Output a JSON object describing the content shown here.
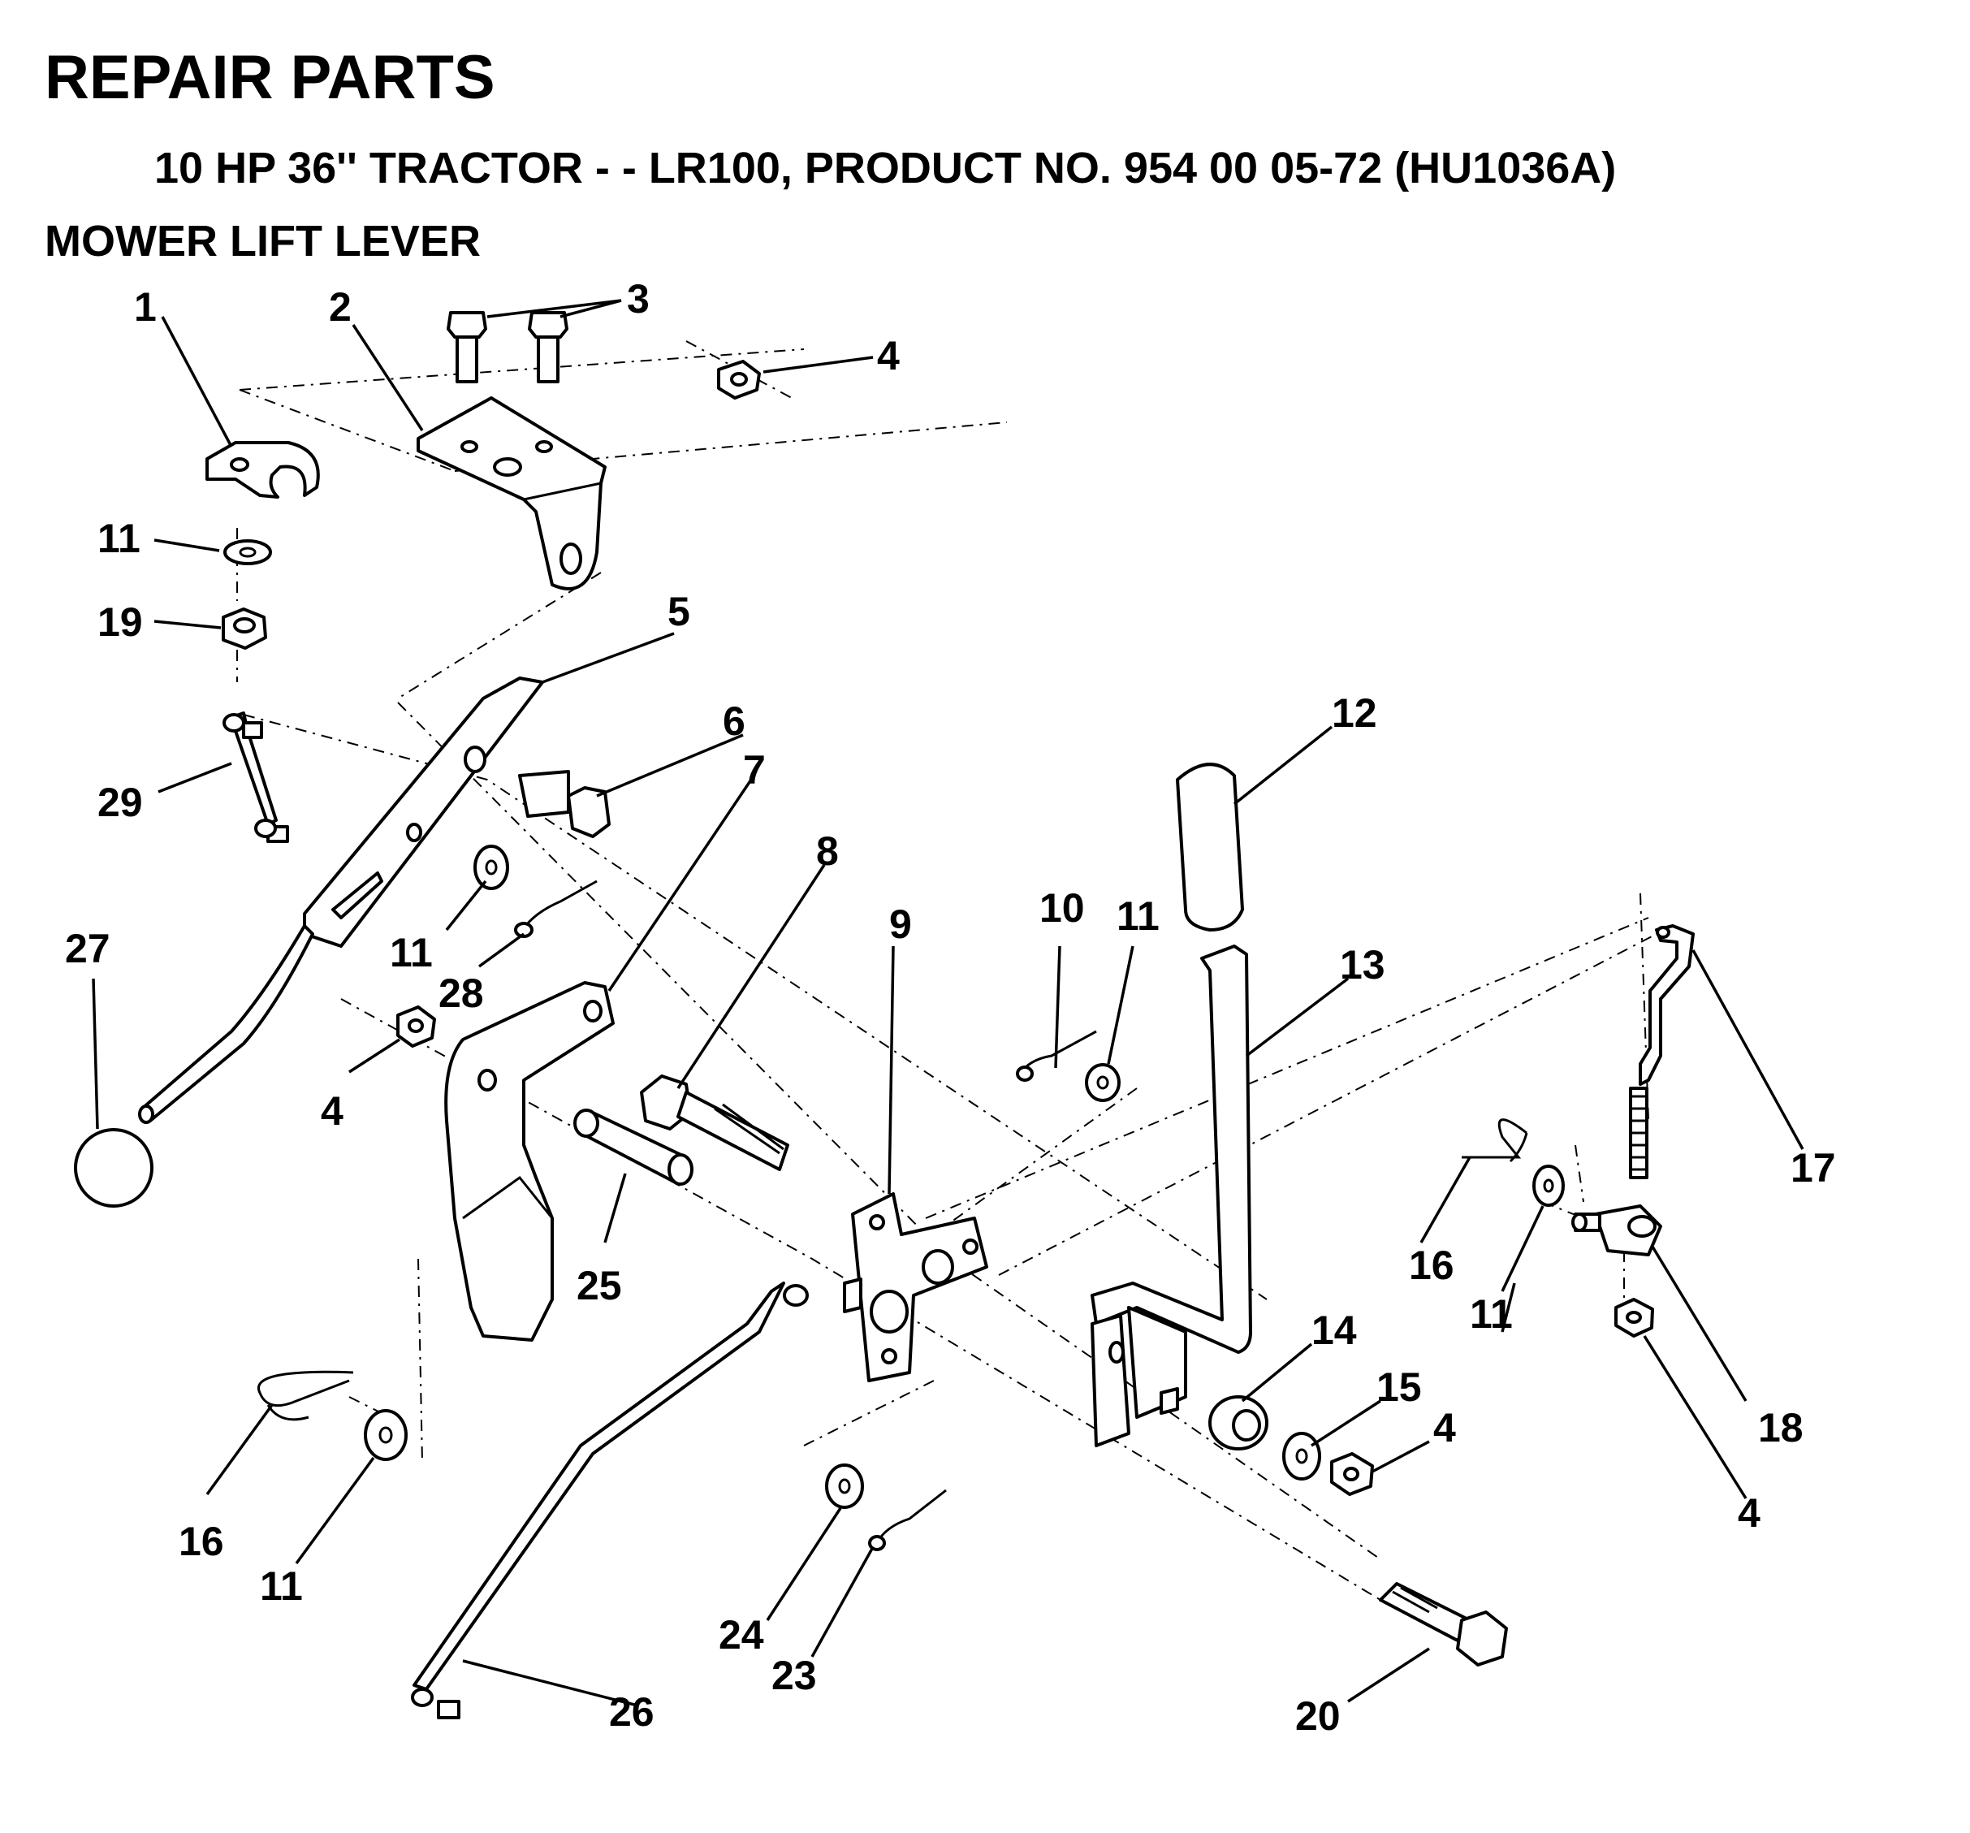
{
  "header": {
    "title": "REPAIR PARTS",
    "subtitle": "10 HP 36'' TRACTOR - - LR100, PRODUCT NO. 954 00 05-72 (HU1036A)",
    "section": "MOWER LIFT LEVER"
  },
  "callouts": {
    "c1": "1",
    "c2": "2",
    "c3": "3",
    "c4a": "4",
    "c4b": "4",
    "c4c": "4",
    "c4d": "4",
    "c5": "5",
    "c6": "6",
    "c7": "7",
    "c8": "8",
    "c9": "9",
    "c10": "10",
    "c11a": "11",
    "c11b": "11",
    "c11c": "11",
    "c11d": "11",
    "c11e": "11",
    "c12": "12",
    "c13": "13",
    "c14": "14",
    "c15": "15",
    "c16a": "16",
    "c16b": "16",
    "c17": "17",
    "c18": "18",
    "c19": "19",
    "c20": "20",
    "c23": "23",
    "c24": "24",
    "c25": "25",
    "c26": "26",
    "c27": "27",
    "c28": "28",
    "c29": "29"
  }
}
